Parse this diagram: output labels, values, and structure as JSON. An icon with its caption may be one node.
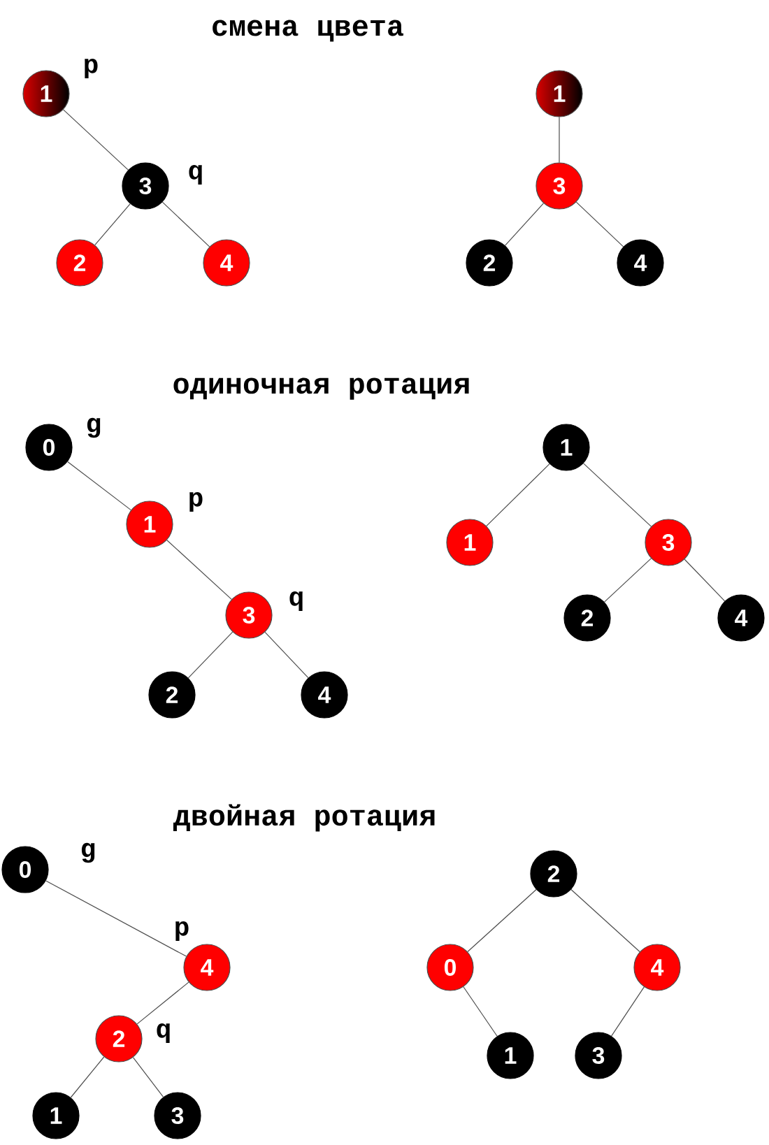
{
  "diagram": {
    "nodes": [
      {
        "text": [
          "1"
        ],
        "beside": [
          "p"
        ]
      },
      {
        "text": [
          "3"
        ],
        "beside": [
          "q"
        ]
      },
      {
        "text": [
          "2"
        ]
      },
      {
        "text": [
          "4"
        ]
      },
      {
        "text": [
          "1"
        ]
      },
      {
        "text": [
          "3"
        ]
      },
      {
        "text": [
          "2"
        ]
      },
      {
        "text": [
          "4"
        ]
      },
      {
        "text": [
          "0"
        ],
        "beside": [
          "g"
        ]
      },
      {
        "text": [
          "1"
        ],
        "beside": [
          "p"
        ]
      },
      {
        "text": [
          "3"
        ],
        "beside": [
          "q"
        ]
      },
      {
        "text": [
          "2"
        ]
      },
      {
        "text": [
          "4"
        ]
      },
      {
        "text": [
          "1"
        ]
      },
      {
        "text": [
          "1"
        ]
      },
      {
        "text": [
          "3"
        ]
      },
      {
        "text": [
          "2"
        ]
      },
      {
        "text": [
          "4"
        ]
      },
      {
        "text": [
          "0"
        ],
        "beside": [
          "g"
        ]
      },
      {
        "text": [
          "4"
        ],
        "beside": [
          "p"
        ]
      },
      {
        "text": [
          "2"
        ],
        "beside": [
          "q"
        ]
      },
      {
        "text": [
          "1"
        ]
      },
      {
        "text": [
          "3"
        ]
      },
      {
        "text": [
          "2"
        ]
      },
      {
        "text": [
          "0"
        ]
      },
      {
        "text": [
          "4"
        ]
      },
      {
        "text": [
          "1"
        ]
      },
      {
        "text": [
          "3"
        ]
      }
    ],
    "edges": [
      {
        "from": 0,
        "to": 1,
        "arrow": "none"
      },
      {
        "from": 1,
        "to": 2,
        "arrow": "none"
      },
      {
        "from": 1,
        "to": 3,
        "arrow": "none"
      },
      {
        "from": 4,
        "to": 5,
        "arrow": "none"
      },
      {
        "from": 5,
        "to": 6,
        "arrow": "none"
      },
      {
        "from": 5,
        "to": 7,
        "arrow": "none"
      },
      {
        "from": 8,
        "to": 9,
        "arrow": "none"
      },
      {
        "from": 9,
        "to": 10,
        "arrow": "none"
      },
      {
        "from": 10,
        "to": 11,
        "arrow": "none"
      },
      {
        "from": 10,
        "to": 12,
        "arrow": "none"
      },
      {
        "from": 13,
        "to": 14,
        "arrow": "none"
      },
      {
        "from": 13,
        "to": 15,
        "arrow": "none"
      },
      {
        "from": 15,
        "to": 16,
        "arrow": "none"
      },
      {
        "from": 15,
        "to": 17,
        "arrow": "none"
      },
      {
        "from": 18,
        "to": 19,
        "arrow": "none"
      },
      {
        "from": 19,
        "to": 20,
        "arrow": "none"
      },
      {
        "from": 20,
        "to": 21,
        "arrow": "none"
      },
      {
        "from": 20,
        "to": 22,
        "arrow": "none"
      },
      {
        "from": 23,
        "to": 24,
        "arrow": "none"
      },
      {
        "from": 23,
        "to": 25,
        "arrow": "none"
      },
      {
        "from": 24,
        "to": 26,
        "arrow": "none"
      },
      {
        "from": 25,
        "to": 27,
        "arrow": "none"
      }
    ],
    "labels": [
      "смена цвета",
      "одиночная ротация",
      "двойная ротация"
    ]
  }
}
